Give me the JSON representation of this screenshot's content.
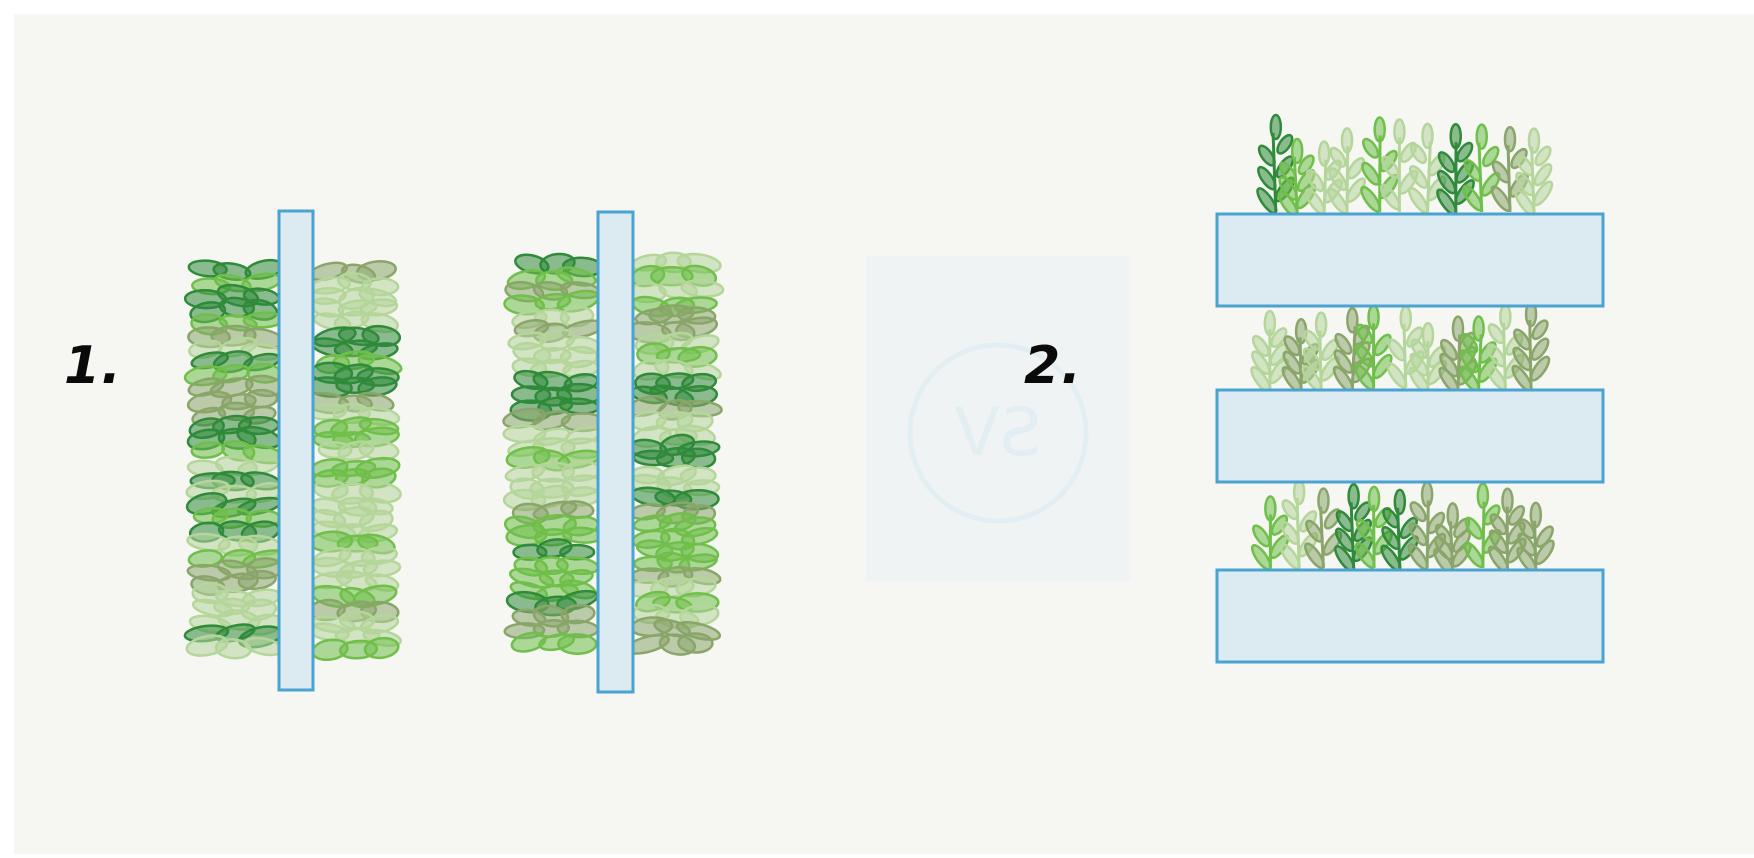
{
  "labels": {
    "one": "1.",
    "two": "2."
  },
  "colors": {
    "background": "#f6f6f3",
    "border": "#ffffff",
    "pipe_fill": "#dcebf2",
    "pipe_stroke": "#4aa3d0",
    "leaf_light": "#b5d69a",
    "leaf_mid": "#6fbf4a",
    "leaf_dark": "#2f8a3a",
    "leaf_olive": "#8aa56a",
    "watermark": "#e3eef3"
  },
  "icons": {
    "watermark": "watermark-logo"
  },
  "watermark_text": "SV"
}
